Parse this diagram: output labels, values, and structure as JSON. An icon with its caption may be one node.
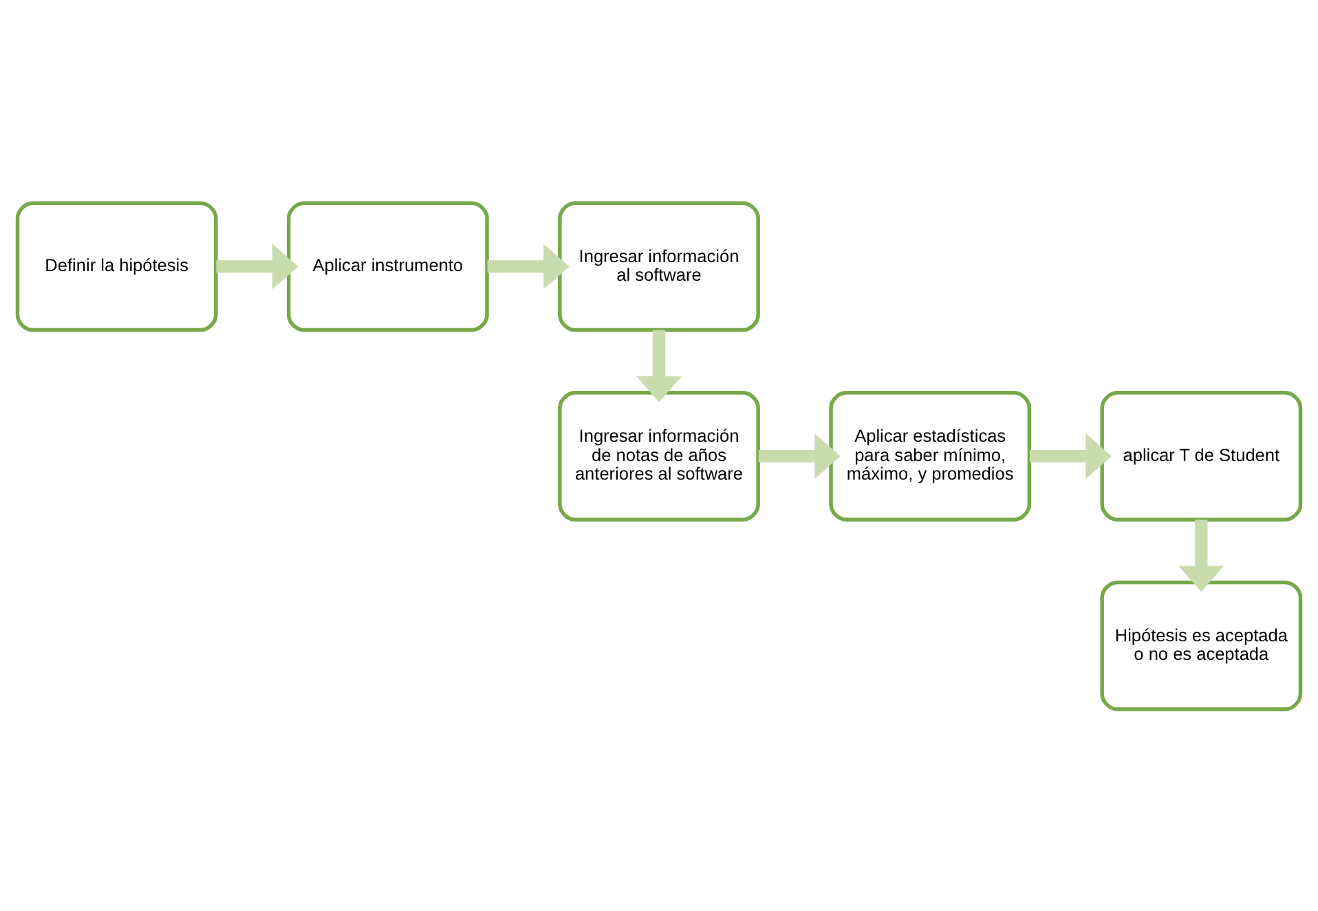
{
  "diagram": {
    "nodes": [
      {
        "text": [
          "Definir la hipótesis"
        ]
      },
      {
        "text": [
          "Aplicar instrumento"
        ]
      },
      {
        "text": [
          "Ingresar información al software"
        ]
      },
      {
        "text": [
          "Ingresar información de notas de años anteriores al software"
        ]
      },
      {
        "text": [
          "Aplicar estadísticas para saber mínimo, máximo, y promedios"
        ]
      },
      {
        "text": [
          "aplicar T de Student"
        ]
      },
      {
        "text": [
          "Hipótesis es aceptada o no es aceptada"
        ]
      }
    ],
    "edges": [
      {
        "from": 0,
        "to": 1,
        "arrow": "to"
      },
      {
        "from": 1,
        "to": 2,
        "arrow": "to"
      },
      {
        "from": 2,
        "to": 3,
        "arrow": "to"
      },
      {
        "from": 3,
        "to": 4,
        "arrow": "to"
      },
      {
        "from": 4,
        "to": 5,
        "arrow": "to"
      },
      {
        "from": 5,
        "to": 6,
        "arrow": "to"
      }
    ]
  }
}
